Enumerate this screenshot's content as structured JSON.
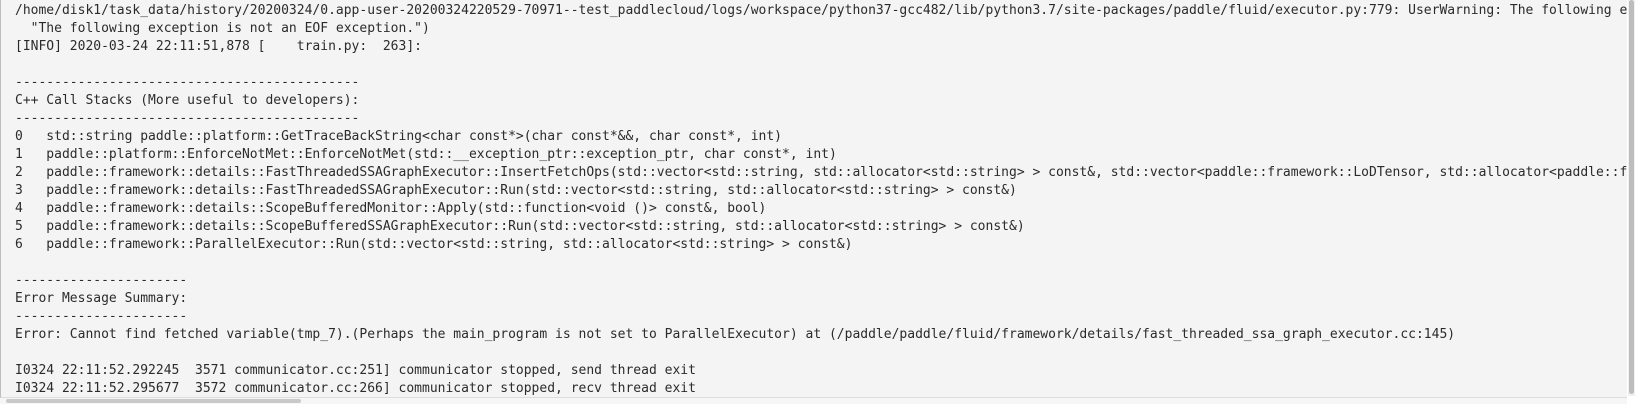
{
  "log": {
    "lines": [
      "/home/disk1/task_data/history/20200324/0.app-user-20200324220529-70971--test_paddlecloud/logs/workspace/python37-gcc482/lib/python3.7/site-packages/paddle/fluid/executor.py:779: UserWarning: The following e",
      "  \"The following exception is not an EOF exception.\")",
      "[INFO] 2020-03-24 22:11:51,878 [    train.py:  263]:",
      "",
      "--------------------------------------------",
      "C++ Call Stacks (More useful to developers):",
      "--------------------------------------------",
      "0   std::string paddle::platform::GetTraceBackString<char const*>(char const*&&, char const*, int)",
      "1   paddle::platform::EnforceNotMet::EnforceNotMet(std::__exception_ptr::exception_ptr, char const*, int)",
      "2   paddle::framework::details::FastThreadedSSAGraphExecutor::InsertFetchOps(std::vector<std::string, std::allocator<std::string> > const&, std::vector<paddle::framework::LoDTensor, std::allocator<paddle::f",
      "3   paddle::framework::details::FastThreadedSSAGraphExecutor::Run(std::vector<std::string, std::allocator<std::string> > const&)",
      "4   paddle::framework::details::ScopeBufferedMonitor::Apply(std::function<void ()> const&, bool)",
      "5   paddle::framework::details::ScopeBufferedSSAGraphExecutor::Run(std::vector<std::string, std::allocator<std::string> > const&)",
      "6   paddle::framework::ParallelExecutor::Run(std::vector<std::string, std::allocator<std::string> > const&)",
      "",
      "----------------------",
      "Error Message Summary:",
      "----------------------",
      "Error: Cannot find fetched variable(tmp_7).(Perhaps the main_program is not set to ParallelExecutor) at (/paddle/paddle/fluid/framework/details/fast_threaded_ssa_graph_executor.cc:145)",
      "",
      "I0324 22:11:52.292245  3571 communicator.cc:251] communicator stopped, send thread exit",
      "I0324 22:11:52.295677  3572 communicator.cc:266] communicator stopped, recv thread exit"
    ]
  },
  "colors": {
    "background": "#f4f4f4",
    "text": "#2b2b2b",
    "scrollbar": "#bdbdbd"
  }
}
